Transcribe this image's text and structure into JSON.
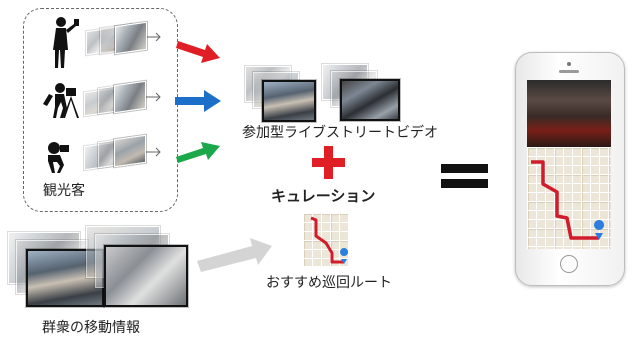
{
  "labels": {
    "tourists": "観光客",
    "crowd_movement": "群衆の移動情報",
    "participatory_video": "参加型ライブストリートビデオ",
    "curation": "キュレーション",
    "recommended_route": "おすすめ巡回ルート"
  },
  "colors": {
    "arrow_red": "#e01e26",
    "arrow_blue": "#1b6fc9",
    "arrow_green": "#1aa84a",
    "arrow_gray": "#d4d4d4",
    "plus": "#e01e26",
    "route": "#d11c2a",
    "pin": "#2b7de0",
    "equals": "#111111"
  },
  "icons": {
    "person_1": "person-standing-phone-icon",
    "person_2": "person-camera-tripod-icon",
    "person_3": "person-crouching-camera-icon",
    "pin": "map-pin-icon",
    "phone": "smartphone-icon"
  }
}
